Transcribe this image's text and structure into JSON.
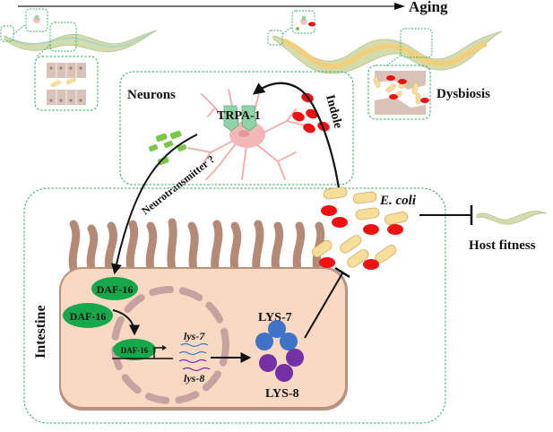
{
  "figure": {
    "aging_label": "Aging",
    "dysbiosis_label": "Dysbiosis",
    "neurons_label": "Neurons",
    "trpa1_label": "TRPA-1",
    "indole_label": "Indole",
    "neurotransmitter_label": "Neurotransmitter ?",
    "ecoli_label": "E. coli",
    "host_fitness_label": "Host fitness",
    "intestine_label": "Intestine",
    "daf16_labels": [
      "DAF-16",
      "DAF-16",
      "DAF-16"
    ],
    "gene_labels": [
      "lys-7",
      "lys-8"
    ],
    "protein_labels": [
      "LYS-7",
      "LYS-8"
    ]
  },
  "colors": {
    "dashed_box": "#2fa866",
    "cell_fill": "#f9d9c4",
    "cell_border": "#b8927c",
    "microvilli": "#b48a77",
    "nucleus_segments": "#c7a2a0",
    "daf16": "#17a84b",
    "lys7": "#3f73c7",
    "lys8": "#7430a5",
    "indole": "#ee1111",
    "ecoli": "#f5dd9a",
    "ecoli_border": "#d4ac63",
    "neurotransmitter": "#7cc64a",
    "trpa1": "#8fd3a6",
    "neuron": "#f3aaa8",
    "worm_body": "#d2dcae",
    "worm_gut_young": "#a9d6c9",
    "worm_gut_old": "#f2cf7c"
  }
}
